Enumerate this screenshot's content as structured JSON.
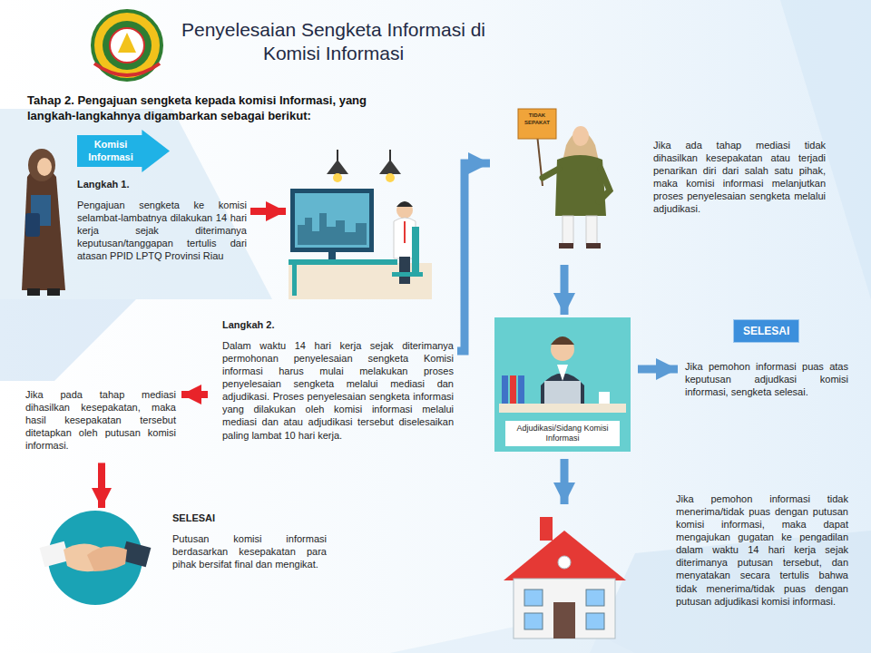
{
  "diagram": {
    "title": "Penyelesaian Sengketa Informasi di Komisi Informasi",
    "caption": "Tahap 2. Pengajuan sengketa kepada komisi Informasi, yang langkah-langkahnya digambarkan sebagai berikut:",
    "nodes": [
      {
        "text": [
          "Komisi Informasi"
        ]
      },
      {
        "text": [
          "Langkah 1.",
          "Pengajuan sengketa ke komisi selambat-lambatnya dilakukan 14 hari kerja sejak diterimanya keputusan/tanggapan tertulis dari atasan PPID LPTQ Provinsi Riau"
        ]
      },
      {
        "text": [
          "Langkah 2.",
          "Dalam waktu 14 hari kerja sejak diterimanya permohonan penyelesaian sengketa Komisi informasi harus mulai melakukan proses penyelesaian sengketa melalui mediasi dan adjudikasi. Proses penyelesaian sengketa informasi yang dilakukan oleh komisi informasi melalui mediasi dan atau adjudikasi tersebut diselesaikan paling lambat 10 hari kerja."
        ]
      },
      {
        "text": [
          "Jika ada tahap mediasi tidak dihasilkan kesepakatan atau terjadi penarikan diri dari salah satu pihak, maka komisi informasi melanjutkan proses penyelesaian sengketa melalui adjudikasi."
        ]
      },
      {
        "text": [
          "Adjudikasi/Sidang Komisi Informasi"
        ]
      },
      {
        "text": [
          "SELESAI"
        ]
      },
      {
        "text": [
          "Jika pemohon informasi puas atas keputusan adjudkasi komisi informasi, sengketa selesai."
        ]
      },
      {
        "text": [
          "Jika pemohon informasi tidak menerima/tidak puas dengan putusan komisi informasi, maka dapat mengajukan gugatan ke pengadilan dalam waktu 14 hari kerja sejak diterimanya putusan tersebut, dan menyatakan secara tertulis bahwa tidak menerima/tidak puas dengan putusan adjudikasi komisi informasi."
        ]
      },
      {
        "text": [
          "Jika pada tahap mediasi dihasilkan kesepakatan, maka hasil kesepakatan tersebut ditetapkan oleh putusan komisi informasi."
        ]
      },
      {
        "text": [
          "SELESAI",
          "Putusan komisi informasi berdasarkan kesepakatan para pihak bersifat final dan mengikat."
        ]
      }
    ],
    "edges": [
      {
        "from": 1,
        "to": 2,
        "arrow": "to"
      },
      {
        "from": 2,
        "to": 3,
        "arrow": "to"
      },
      {
        "from": 3,
        "to": 4,
        "arrow": "to"
      },
      {
        "from": 4,
        "to": 6,
        "arrow": "to"
      },
      {
        "from": 4,
        "to": 7,
        "arrow": "to"
      },
      {
        "from": 2,
        "to": 8,
        "arrow": "to"
      },
      {
        "from": 8,
        "to": 9,
        "arrow": "to"
      }
    ],
    "labels": [
      "TIDAK SEPAKAT"
    ]
  }
}
